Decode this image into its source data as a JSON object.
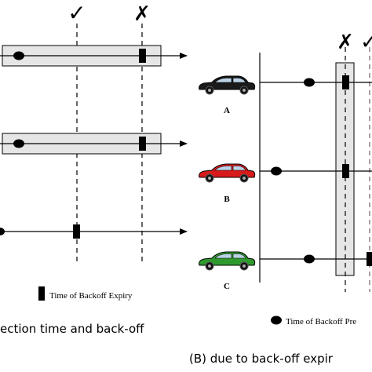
{
  "left_panel": {
    "top_marks": {
      "check": "✓",
      "cross": "✗"
    },
    "legend": {
      "label": "Time of Backoff Expiry"
    },
    "caption": "ection time and back-off"
  },
  "right_panel": {
    "top_marks": {
      "cross": "✗",
      "check": "✓"
    },
    "cars": [
      {
        "label": "A",
        "color": "#1a1a1a"
      },
      {
        "label": "B",
        "color": "#d91a1a"
      },
      {
        "label": "C",
        "color": "#2e9a2e"
      }
    ],
    "legend": {
      "label": "Time of Backoff Pre"
    },
    "caption": "(B) due to back-off expir"
  }
}
